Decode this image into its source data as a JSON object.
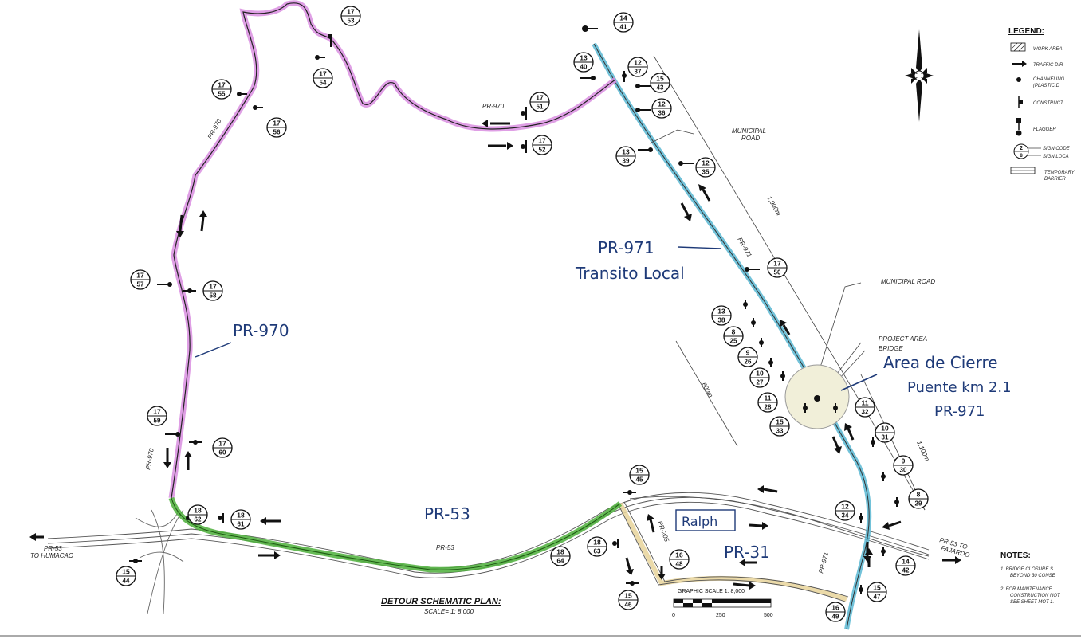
{
  "roads": {
    "pr970_top": "PR-970",
    "pr970_left_upper": "PR-970",
    "pr970_left_lower": "PR-970",
    "pr971": "PR-971",
    "pr971_lower": "PR-971",
    "pr53": "PR-53",
    "pr205": "PR-205",
    "pr53_west_line1": "PR-53",
    "pr53_west_line2": "TO HUMACAO",
    "pr53_east_line1": "PR-53 TO",
    "pr53_east_line2": "FAJARDO",
    "municipal_road_top_1": "MUNICIPAL",
    "municipal_road_top_2": "ROAD",
    "municipal_road_right": "MUNICIPAL ROAD",
    "project_area": "PROJECT AREA",
    "bridge": "BRIDGE",
    "dist_1900": "1,900m",
    "dist_600": "600m",
    "dist_1100": "1,100m"
  },
  "handwritten": {
    "pr971_line1": "PR-971",
    "pr971_line2": "Transito Local",
    "pr970": "PR-970",
    "area_line1": "Area de Cierre",
    "area_line2": "Puente km 2.1",
    "area_line3": "PR-971",
    "pr53": "PR-53",
    "ralph": "Ralph",
    "pr31": "PR-31"
  },
  "title": {
    "main": "DETOUR SCHEMATIC PLAN:",
    "scale": "SCALE= 1: 8,000"
  },
  "graphic_scale": {
    "label": "GRAPHIC SCALE 1: 8,000",
    "ticks": [
      "0",
      "250",
      "500"
    ]
  },
  "legend": {
    "title": "LEGEND:",
    "items": [
      {
        "label": "WORK AREA"
      },
      {
        "label": "TRAFFIC DIR"
      },
      {
        "label": "CHANNELING",
        "label2": "(PLASTIC D"
      },
      {
        "label": "CONSTRUCT"
      },
      {
        "label": "FLAGGER"
      },
      {
        "label": "SIGN CODE",
        "label2": "SIGN LOCA"
      },
      {
        "label": "TEMPORARY",
        "label2": "BARRIER"
      }
    ],
    "sign_example": {
      "code": "2",
      "loc": "8"
    }
  },
  "notes": {
    "title": "NOTES:",
    "n1": "1.  BRIDGE CLOSURE S",
    "n1b": "BEYOND 30 CONSE",
    "n2": "2.  FOR MAINTENANCE",
    "n2b": "CONSTRUCTION NOT",
    "n2c": "SEE SHEET MOT-1."
  },
  "signs": [
    {
      "code": "17",
      "loc": "53"
    },
    {
      "code": "17",
      "loc": "54"
    },
    {
      "code": "17",
      "loc": "55"
    },
    {
      "code": "17",
      "loc": "56"
    },
    {
      "code": "17",
      "loc": "51"
    },
    {
      "code": "17",
      "loc": "52"
    },
    {
      "code": "14",
      "loc": "41"
    },
    {
      "code": "13",
      "loc": "40"
    },
    {
      "code": "12",
      "loc": "37"
    },
    {
      "code": "15",
      "loc": "43"
    },
    {
      "code": "12",
      "loc": "36"
    },
    {
      "code": "13",
      "loc": "39"
    },
    {
      "code": "12",
      "loc": "35"
    },
    {
      "code": "17",
      "loc": "50"
    },
    {
      "code": "13",
      "loc": "38"
    },
    {
      "code": "8",
      "loc": "25"
    },
    {
      "code": "9",
      "loc": "26"
    },
    {
      "code": "10",
      "loc": "27"
    },
    {
      "code": "11",
      "loc": "28"
    },
    {
      "code": "15",
      "loc": "33"
    },
    {
      "code": "11",
      "loc": "32"
    },
    {
      "code": "10",
      "loc": "31"
    },
    {
      "code": "9",
      "loc": "30"
    },
    {
      "code": "8",
      "loc": "29"
    },
    {
      "code": "12",
      "loc": "34"
    },
    {
      "code": "14",
      "loc": "42"
    },
    {
      "code": "15",
      "loc": "47"
    },
    {
      "code": "16",
      "loc": "49"
    },
    {
      "code": "17",
      "loc": "57"
    },
    {
      "code": "17",
      "loc": "58"
    },
    {
      "code": "17",
      "loc": "59"
    },
    {
      "code": "17",
      "loc": "60"
    },
    {
      "code": "18",
      "loc": "62"
    },
    {
      "code": "18",
      "loc": "61"
    },
    {
      "code": "15",
      "loc": "44"
    },
    {
      "code": "15",
      "loc": "45"
    },
    {
      "code": "18",
      "loc": "64"
    },
    {
      "code": "18",
      "loc": "63"
    },
    {
      "code": "16",
      "loc": "48"
    },
    {
      "code": "15",
      "loc": "46"
    }
  ],
  "colors": {
    "pr970": "#d98ee0",
    "pr971": "#4fb3cf",
    "pr53": "#4caf3a",
    "pr205": "#e8d49a",
    "ink": "#1e3a78",
    "line": "#333333"
  }
}
